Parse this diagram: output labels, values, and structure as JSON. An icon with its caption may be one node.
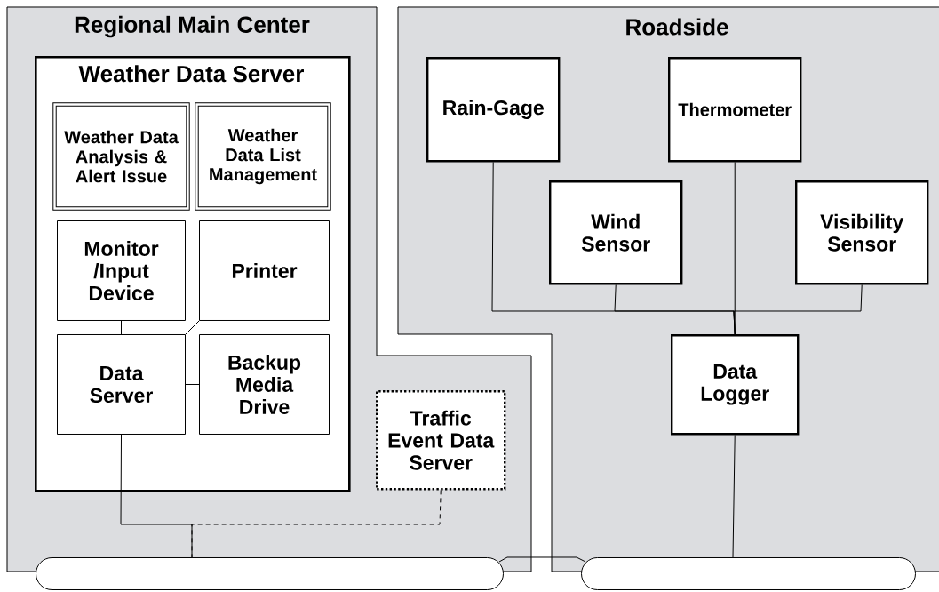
{
  "diagram": {
    "nodes": [
      {
        "text": [
          "Regional Main Center"
        ]
      },
      {
        "text": [
          "Weather Data Server"
        ],
        "in": 0
      },
      {
        "text": [
          "Weather Data Analysis & Alert Issue"
        ],
        "in": 1
      },
      {
        "text": [
          "Weather Data List Management"
        ],
        "in": 1
      },
      {
        "text": [
          "Monitor /Input Device"
        ],
        "in": 1
      },
      {
        "text": [
          "Printer"
        ],
        "in": 1
      },
      {
        "text": [
          "Data Server"
        ],
        "in": 1
      },
      {
        "text": [
          "Backup Media Drive"
        ],
        "in": 1
      },
      {
        "text": [
          "Traffic Event Data Server"
        ],
        "in": 0
      },
      {
        "text": [
          "Roadside"
        ]
      },
      {
        "text": [
          "Rain-Gage"
        ],
        "in": 9
      },
      {
        "text": [
          "Thermometer"
        ],
        "in": 9
      },
      {
        "text": [
          "Wind Sensor"
        ],
        "in": 9
      },
      {
        "text": [
          "Visibility Sensor"
        ],
        "in": 9
      },
      {
        "text": [
          "Data Logger"
        ],
        "in": 9
      },
      {
        "text": [],
        "shape": "bar"
      },
      {
        "text": [],
        "shape": "bar"
      }
    ],
    "edges": [
      {
        "from": 4,
        "to": 6,
        "arrow": "none"
      },
      {
        "from": 5,
        "to": 6,
        "arrow": "none"
      },
      {
        "from": 6,
        "to": 7,
        "arrow": "none"
      },
      {
        "from": 6,
        "to": 15,
        "arrow": "none"
      },
      {
        "from": 8,
        "to": 15,
        "arrow": "none",
        "style": "dashed"
      },
      {
        "from": 10,
        "to": 14,
        "arrow": "none"
      },
      {
        "from": 11,
        "to": 14,
        "arrow": "none"
      },
      {
        "from": 12,
        "to": 14,
        "arrow": "none"
      },
      {
        "from": 13,
        "to": 14,
        "arrow": "none"
      },
      {
        "from": 14,
        "to": 16,
        "arrow": "none"
      },
      {
        "from": 15,
        "to": 16,
        "arrow": "none"
      }
    ]
  }
}
